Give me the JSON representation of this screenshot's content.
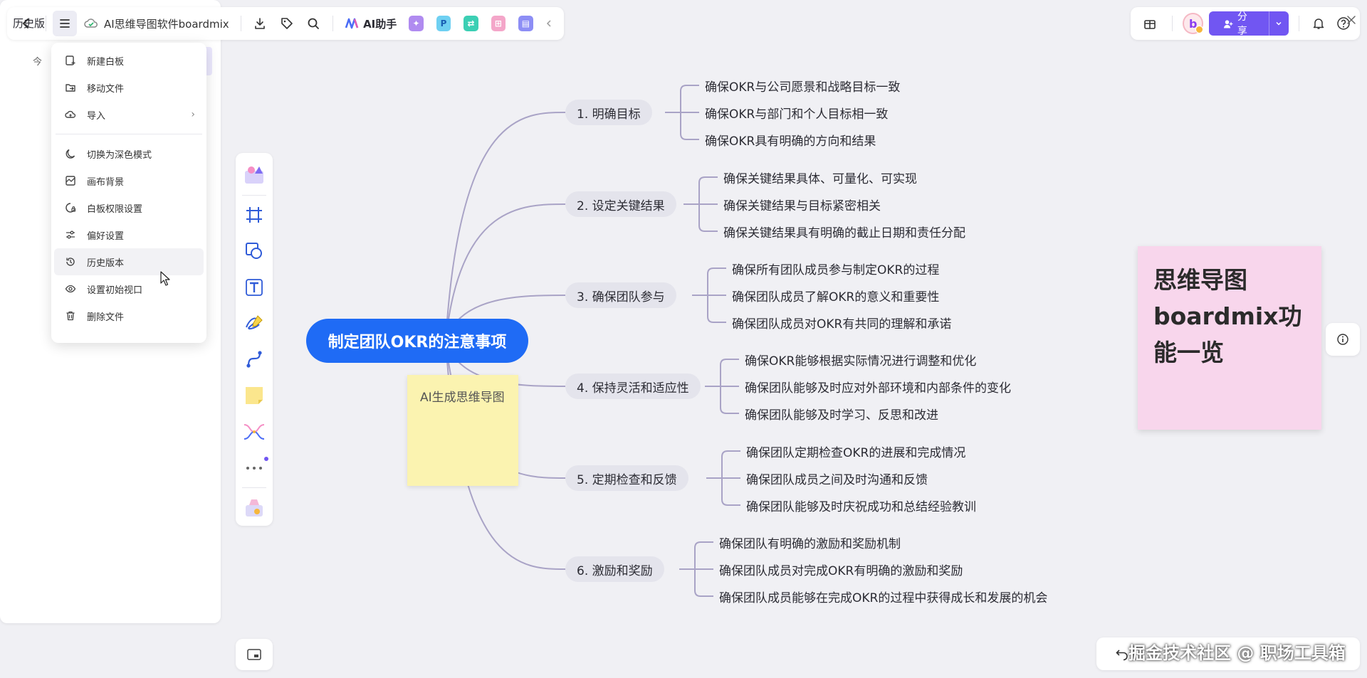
{
  "toolbar": {
    "file_title": "AI思维导图软件boardmix",
    "ai_assistant": "AI助手",
    "plugin_p": "P"
  },
  "topright": {
    "avatar_letter": "b",
    "share_label": "分享"
  },
  "history_panel": {
    "title": "历史版",
    "today": "今"
  },
  "menu": {
    "items": [
      {
        "label": "新建白板",
        "icon": "new-board-icon"
      },
      {
        "label": "移动文件",
        "icon": "move-file-icon"
      },
      {
        "label": "导入",
        "icon": "cloud-import-icon"
      },
      {
        "label": "切换为深色模式",
        "icon": "moon-icon"
      },
      {
        "label": "画布背景",
        "icon": "canvas-background-icon"
      },
      {
        "label": "白板权限设置",
        "icon": "permission-icon"
      },
      {
        "label": "偏好设置",
        "icon": "sliders-icon"
      },
      {
        "label": "历史版本",
        "icon": "history-icon"
      },
      {
        "label": "设置初始视口",
        "icon": "eye-icon"
      },
      {
        "label": "删除文件",
        "icon": "trash-icon"
      }
    ]
  },
  "mindmap": {
    "root": "制定团队OKR的注意事项",
    "branches": [
      {
        "label": "1. 明确目标",
        "leaves": [
          "确保OKR与公司愿景和战略目标一致",
          "确保OKR与部门和个人目标相一致",
          "确保OKR具有明确的方向和结果"
        ]
      },
      {
        "label": "2. 设定关键结果",
        "leaves": [
          "确保关键结果具体、可量化、可实现",
          "确保关键结果与目标紧密相关",
          "确保关键结果具有明确的截止日期和责任分配"
        ]
      },
      {
        "label": "3. 确保团队参与",
        "leaves": [
          "确保所有团队成员参与制定OKR的过程",
          "确保团队成员了解OKR的意义和重要性",
          "确保团队成员对OKR有共同的理解和承诺"
        ]
      },
      {
        "label": "4. 保持灵活和适应性",
        "leaves": [
          "确保OKR能够根据实际情况进行调整和优化",
          "确保团队能够及时应对外部环境和内部条件的变化",
          "确保团队能够及时学习、反思和改进"
        ]
      },
      {
        "label": "5. 定期检查和反馈",
        "leaves": [
          "确保团队定期检查OKR的进展和完成情况",
          "确保团队成员之间及时沟通和反馈",
          "确保团队能够及时庆祝成功和总结经验教训"
        ]
      },
      {
        "label": "6. 激励和奖励",
        "leaves": [
          "确保团队有明确的激励和奖励机制",
          "确保团队成员对完成OKR有明确的激励和奖励",
          "确保团队成员能够在完成OKR的过程中获得成长和发展的机会"
        ]
      }
    ]
  },
  "stickies": {
    "yellow": "AI生成思维导图",
    "pink": "思维导图boardmix功能一览"
  },
  "watermark": "掘金技术社区 @ 职场工具箱",
  "colors": {
    "accent": "#7156f2",
    "root": "#1f6bf5",
    "branch_bg": "#e4e4ec",
    "connector": "#a9a3c6",
    "sticky_yellow": "#fbf3b0",
    "sticky_pink": "#f8d6ec"
  }
}
